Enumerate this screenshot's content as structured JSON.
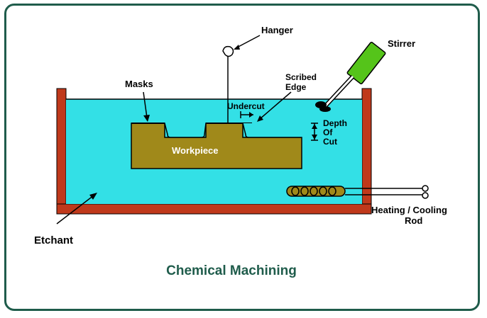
{
  "diagram": {
    "title": "Chemical Machining",
    "labels": {
      "hanger": "Hanger",
      "stirrer": "Stirrer",
      "masks": "Masks",
      "scribed_line1": "Scribed",
      "scribed_line2": "Edge",
      "undercut": "Undercut",
      "depth_line1": "Depth",
      "depth_line2": "Of",
      "depth_line3": "Cut",
      "workpiece": "Workpiece",
      "etchant": "Etchant",
      "rod_line1": "Heating / Cooling",
      "rod_line2": "Rod"
    },
    "colors": {
      "frame": "#1f5c4b",
      "title": "#1f5c4b",
      "etchant": "#33e0e6",
      "tank": "#c0391b",
      "workpiece": "#a0891a",
      "stirrer_handle": "#55c41a"
    }
  }
}
